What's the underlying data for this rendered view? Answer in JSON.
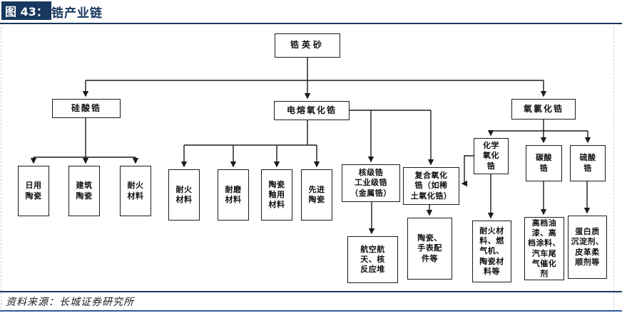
{
  "header": {
    "figure_badge": "图 43：",
    "title": "锆产业链"
  },
  "footer": {
    "source": "资料来源：长城证券研究所"
  },
  "colors": {
    "navy": "#17375E",
    "bottom_rule": "#2E5A9E",
    "wire": "#1b1b1b",
    "box_bg": "#ffffff"
  },
  "diagram": {
    "type": "flowchart",
    "nodes": {
      "zircon_sand": "锆英砂",
      "zirconium_silicate": "硅酸锆",
      "fused_zirconia": "电熔氧化锆",
      "zirconium_oxychloride": "氧氯化锆",
      "daily_ceramics": "日用\n陶瓷",
      "building_ceramics": "建筑\n陶瓷",
      "refractory_materials_silicate": "耐火\n材料",
      "refractory_materials_fused": "耐火\n材料",
      "wear_resistant_materials": "耐磨\n材料",
      "ceramic_glaze_materials": "陶瓷\n釉用\n材料",
      "advanced_ceramics": "先进\n陶瓷",
      "nuclear_industrial_zirconium": "核级锆\n工业级锆\n（金属锆）",
      "composite_zirconia": "复合氧化\n锆（如稀\n土氧化锆）",
      "chemical_zirconia": "化学\n氧化\n锆",
      "zirconium_carbonate": "碳酸\n锆",
      "zirconium_sulfate": "硫酸\n锆",
      "aerospace_nuclear_reactor": "航空航\n天、核\n反应堆",
      "ceramics_watch_parts": "陶瓷、\n手表配\n件等",
      "refractory_gas_turbine_ceramic": "耐火材\n料、燃\n气机、\n陶瓷材\n料等",
      "paint_coating_catalyst": "高档油\n漆、高\n档涂料、\n汽车尾\n气催化\n剂",
      "protein_leather_agents": "蛋白质\n沉淀剂、\n皮革柔\n顺剂等"
    },
    "edges": [
      [
        "zircon_sand",
        "zirconium_silicate"
      ],
      [
        "zircon_sand",
        "fused_zirconia"
      ],
      [
        "zircon_sand",
        "zirconium_oxychloride"
      ],
      [
        "zirconium_silicate",
        "daily_ceramics"
      ],
      [
        "zirconium_silicate",
        "building_ceramics"
      ],
      [
        "zirconium_silicate",
        "refractory_materials_silicate"
      ],
      [
        "fused_zirconia",
        "refractory_materials_fused"
      ],
      [
        "fused_zirconia",
        "wear_resistant_materials"
      ],
      [
        "fused_zirconia",
        "ceramic_glaze_materials"
      ],
      [
        "fused_zirconia",
        "advanced_ceramics"
      ],
      [
        "fused_zirconia",
        "nuclear_industrial_zirconium"
      ],
      [
        "fused_zirconia",
        "composite_zirconia"
      ],
      [
        "zirconium_oxychloride",
        "chemical_zirconia"
      ],
      [
        "zirconium_oxychloride",
        "zirconium_carbonate"
      ],
      [
        "zirconium_oxychloride",
        "zirconium_sulfate"
      ],
      [
        "chemical_zirconia",
        "composite_zirconia"
      ],
      [
        "nuclear_industrial_zirconium",
        "aerospace_nuclear_reactor"
      ],
      [
        "composite_zirconia",
        "ceramics_watch_parts"
      ],
      [
        "chemical_zirconia",
        "refractory_gas_turbine_ceramic"
      ],
      [
        "zirconium_carbonate",
        "paint_coating_catalyst"
      ],
      [
        "zirconium_sulfate",
        "protein_leather_agents"
      ]
    ]
  }
}
